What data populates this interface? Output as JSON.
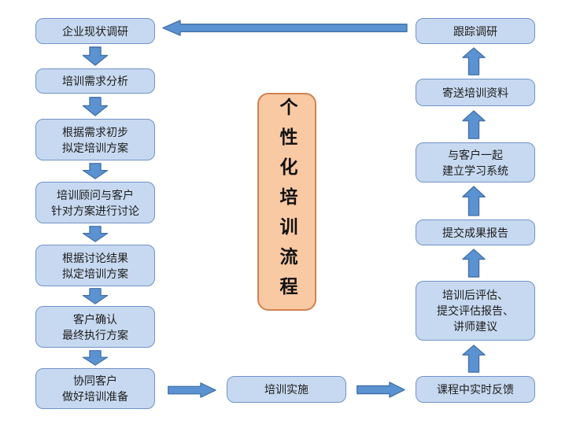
{
  "diagram": {
    "title": "个性化培训流程",
    "colors": {
      "box_fill": "#c7d9f0",
      "box_border": "#7193c7",
      "arrow_fill": "#5b93d2",
      "arrow_border": "#4472a8",
      "title_fill": "#f9c9a3",
      "title_border": "#d0834f"
    },
    "left_column": [
      {
        "label": "企业现状调研"
      },
      {
        "label": "培训需求分析"
      },
      {
        "label": "根据需求初步\n拟定培训方案"
      },
      {
        "label": "培训顾问与客户\n针对方案进行讨论"
      },
      {
        "label": "根据讨论结果\n拟定培训方案"
      },
      {
        "label": "客户确认\n最终执行方案"
      },
      {
        "label": "协同客户\n做好培训准备"
      }
    ],
    "bottom": {
      "label": "培训实施"
    },
    "right_column": [
      {
        "label": "跟踪调研"
      },
      {
        "label": "寄送培训资料"
      },
      {
        "label": "与客户一起\n建立学习系统"
      },
      {
        "label": "提交成果报告"
      },
      {
        "label": "培训后评估、\n提交评估报告、\n讲师建议"
      },
      {
        "label": "课程中实时反馈"
      }
    ]
  }
}
